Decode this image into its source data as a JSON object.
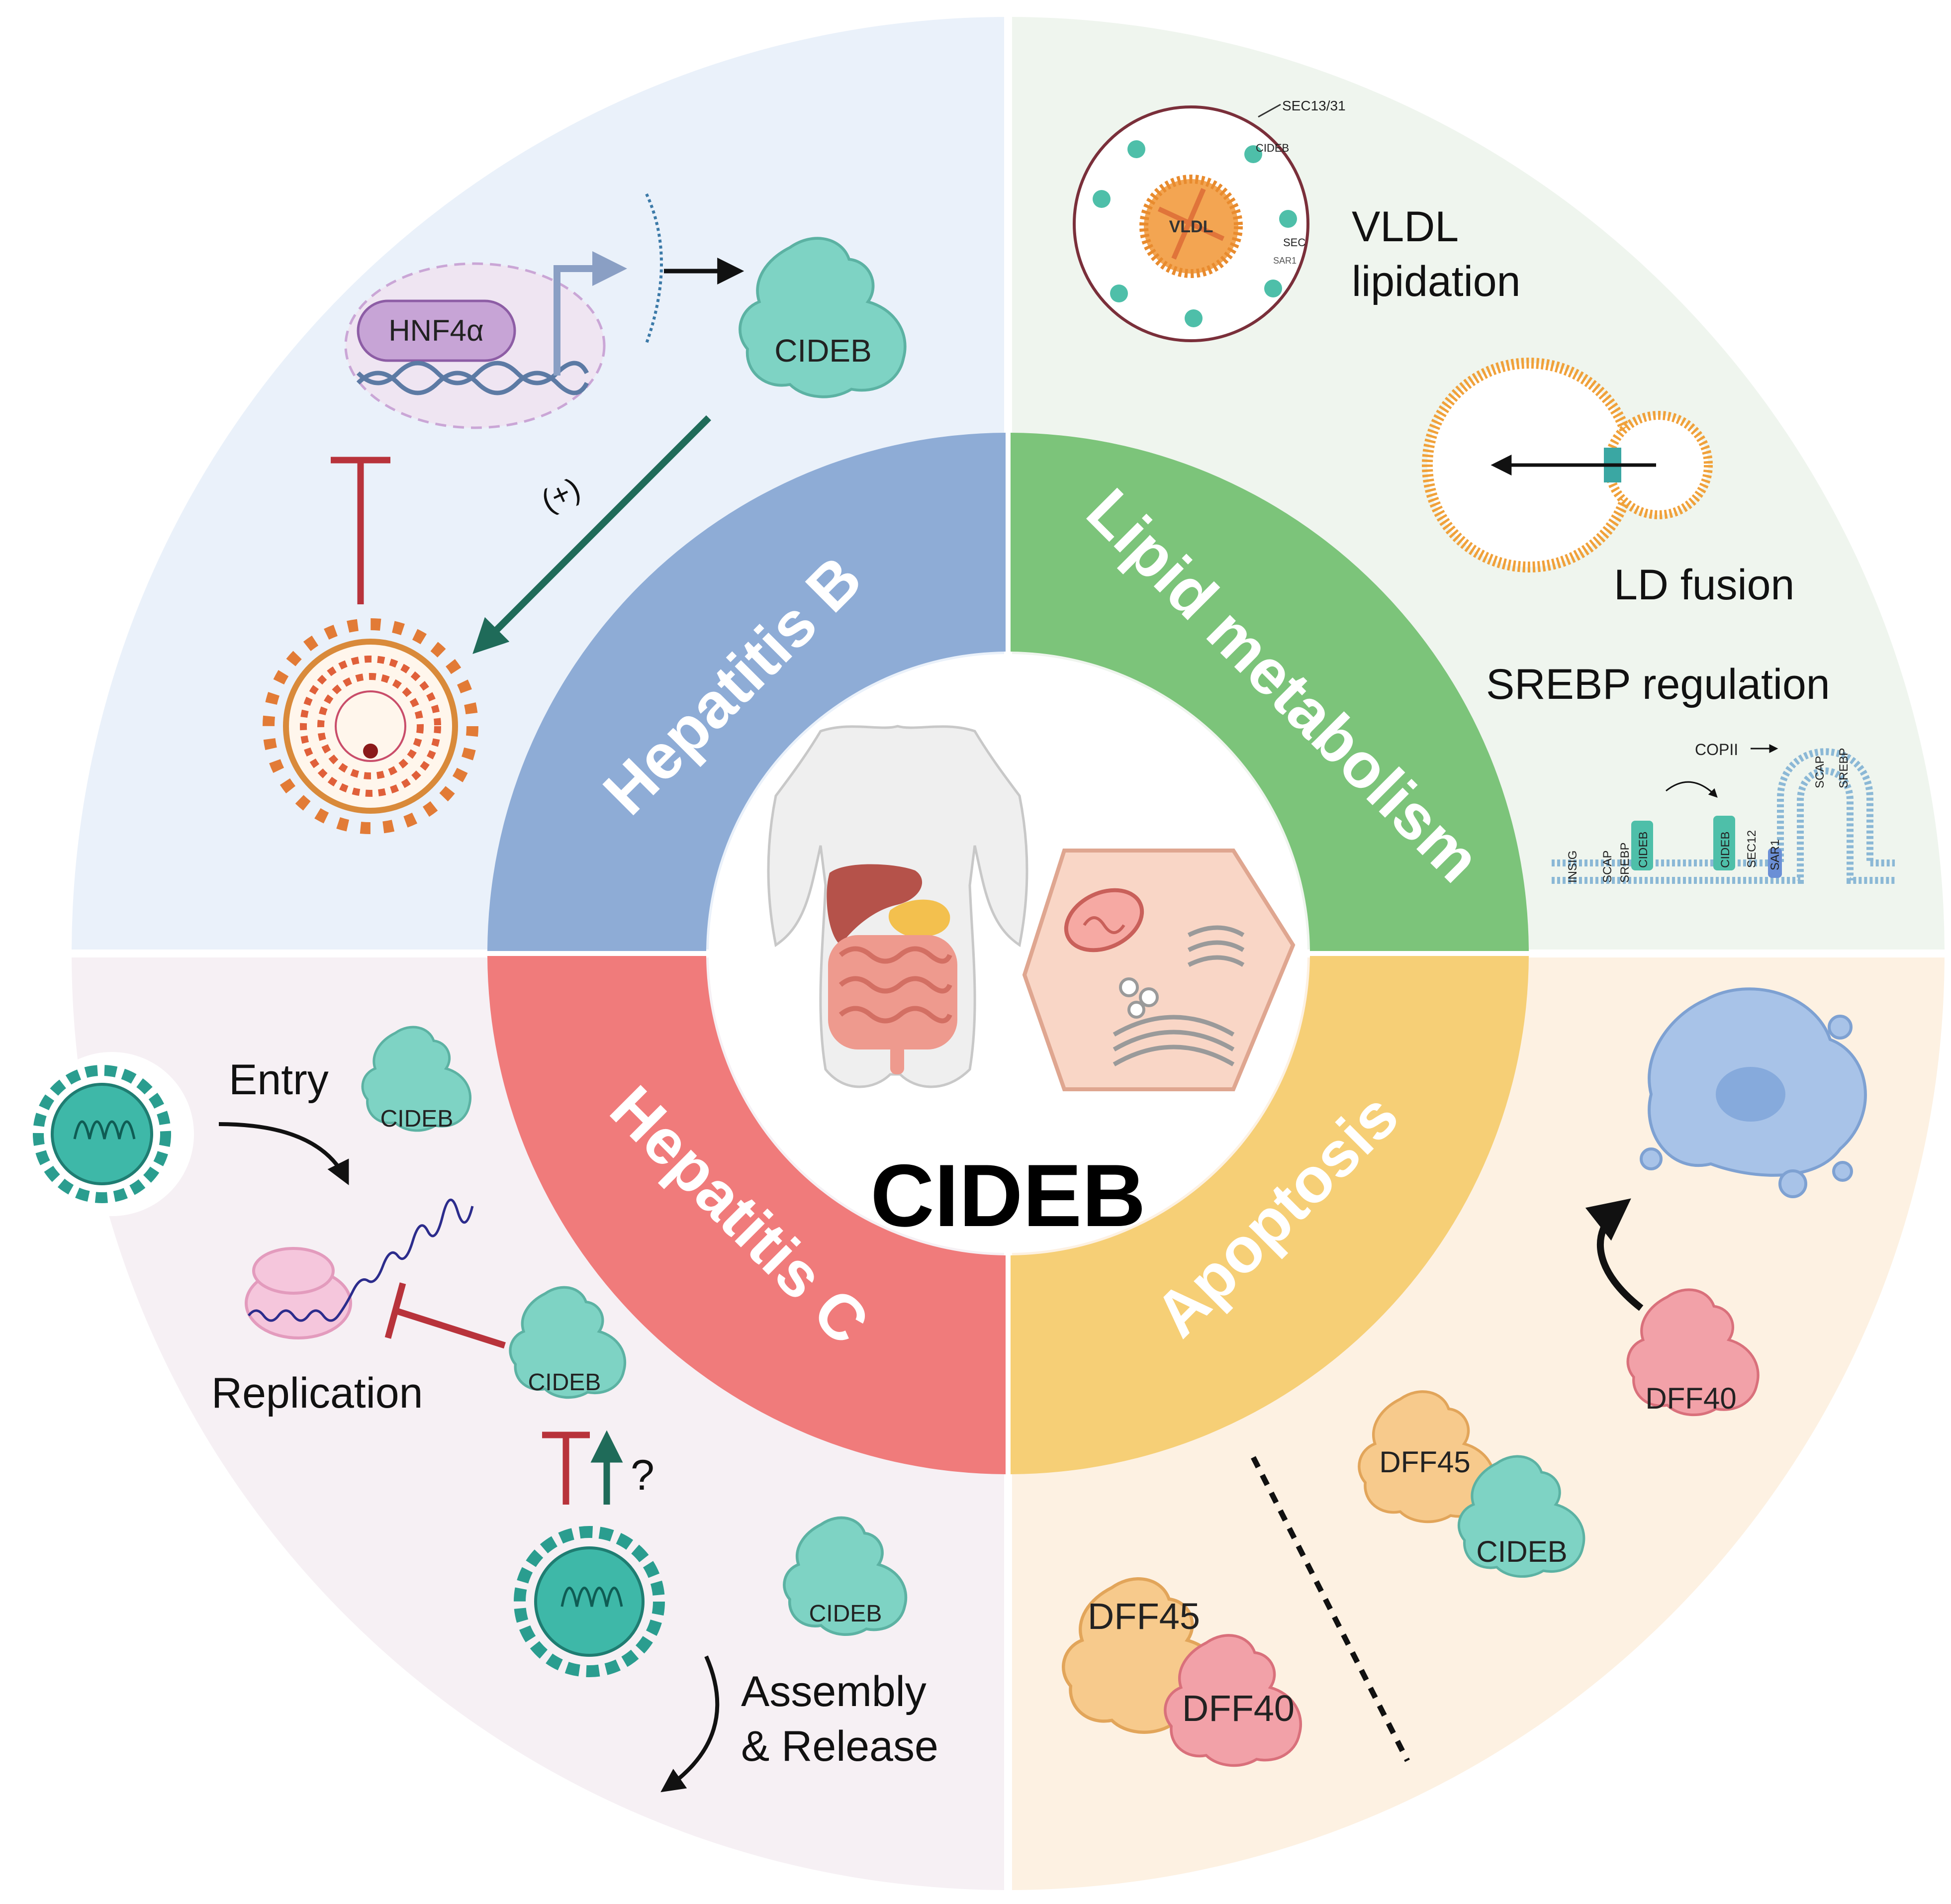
{
  "center": {
    "title": "CIDEB"
  },
  "ring": {
    "hepatitis_b": "Hepatitis B",
    "lipid_metabolism": "Lipid metabolism",
    "hepatitis_c": "Hepatitis C",
    "apoptosis": "Apoptosis"
  },
  "colors": {
    "hepatitis_b_ring": "#8eacd6",
    "lipid_ring": "#7cc47a",
    "hepatitis_c_ring": "#f07b7b",
    "apoptosis_ring": "#f6cf76",
    "q_hbv_bg": "#eaf1fa",
    "q_lipid_bg": "#eff5ee",
    "q_hcv_bg": "#f6f0f4",
    "q_apop_bg": "#fdf1e2",
    "cideb_teal": "#7ed3c4",
    "dff40_pink": "#f2a1a8",
    "dff45_orange": "#f7ca8c",
    "inhibit_red": "#b8333b",
    "activate_green": "#1f6b59"
  },
  "hepatitis_b": {
    "hnf4a": "HNF4α",
    "cideb": "CIDEB",
    "plus_sign": "(+)"
  },
  "lipid": {
    "sec13_31": "SEC13/31",
    "vldl_core": "VLDL",
    "vldl_lipidation": [
      "VLDL",
      "lipidation"
    ],
    "ld_fusion": "LD fusion",
    "srebp_regulation": "SREBP regulation",
    "copii": "COPII",
    "vesicle_labels": {
      "cideb": "CIDEB",
      "sec": "SEC",
      "sar1": "SAR1"
    },
    "membrane_labels": [
      "INSIG",
      "SCAP",
      "SREBP",
      "CIDEB",
      "CIDEB",
      "SEC12",
      "SAR1"
    ],
    "arch_labels": [
      "SCAP",
      "SREBP"
    ]
  },
  "hepatitis_c": {
    "entry": "Entry",
    "cideb_entry": "CIDEB",
    "replication": "Replication",
    "cideb_replication": "CIDEB",
    "question": "?",
    "cideb_assembly": "CIDEB",
    "assembly_release": [
      "Assembly",
      "& Release"
    ]
  },
  "apoptosis": {
    "dff40_top": "DFF40",
    "dff45_top": "DFF45",
    "cideb": "CIDEB",
    "dff45_bottom": "DFF45",
    "dff40_bottom": "DFF40"
  }
}
